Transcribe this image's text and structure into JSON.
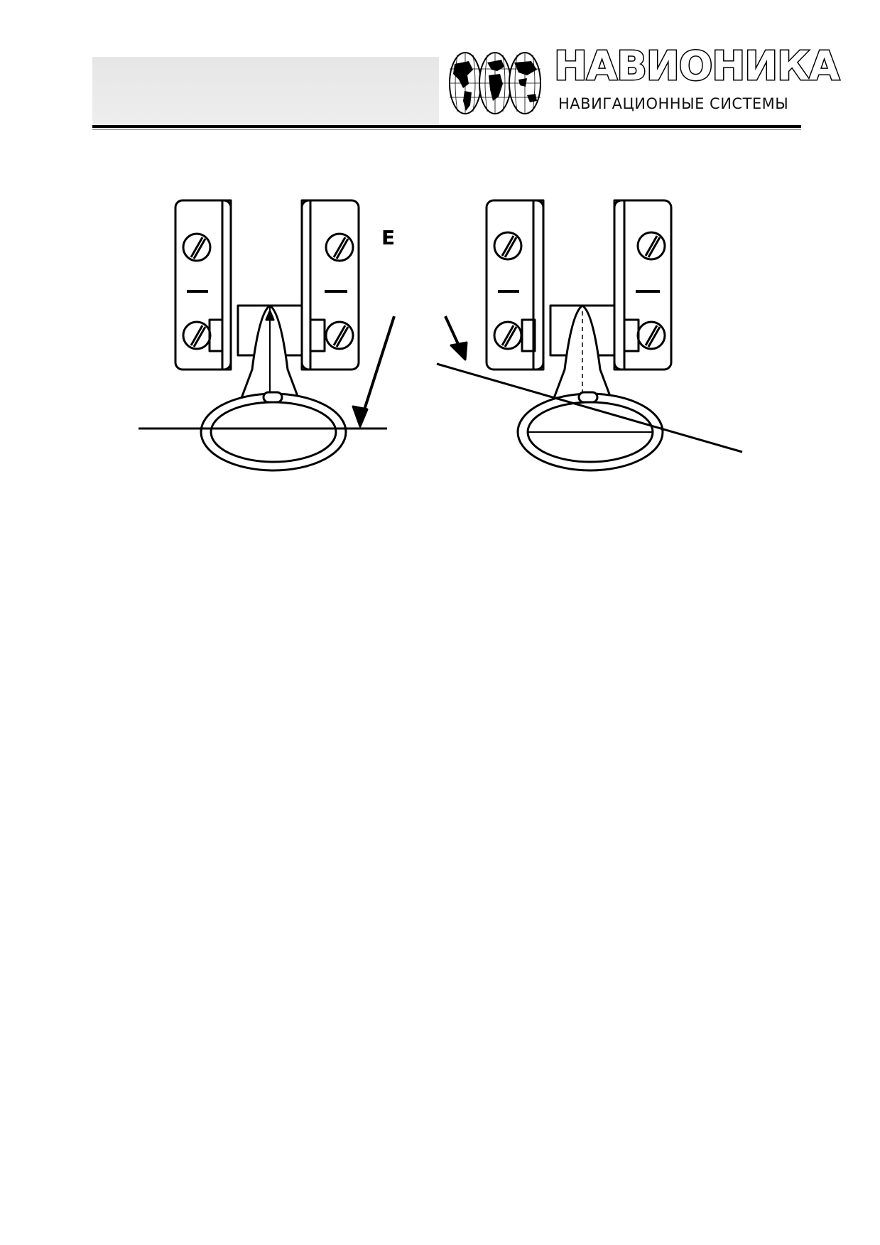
{
  "header": {
    "brand_name": "НАВИОНИКА",
    "brand_tagline": "НАВИГАЦИОННЫЕ СИСТЕМЫ",
    "globe_icon": "world-globes-icon"
  },
  "figure": {
    "label": "E",
    "colors": {
      "ink": "#000000",
      "paper": "#ffffff"
    }
  }
}
